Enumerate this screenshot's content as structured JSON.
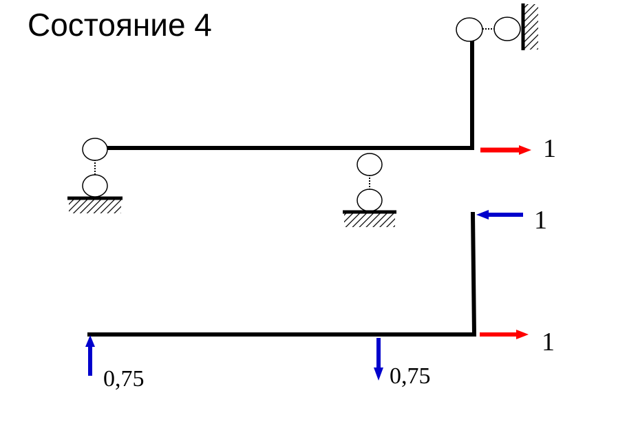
{
  "title": "Состояние 4",
  "state_upper": {
    "unit_load_label": "1"
  },
  "state_lower": {
    "top_force_label": "1",
    "right_force_label": "1",
    "left_reaction_label": "0,75",
    "middle_reaction_label": "0,75"
  },
  "colors": {
    "unit_load": "#ff0000",
    "reaction": "#0000cc",
    "frame": "#000000"
  }
}
